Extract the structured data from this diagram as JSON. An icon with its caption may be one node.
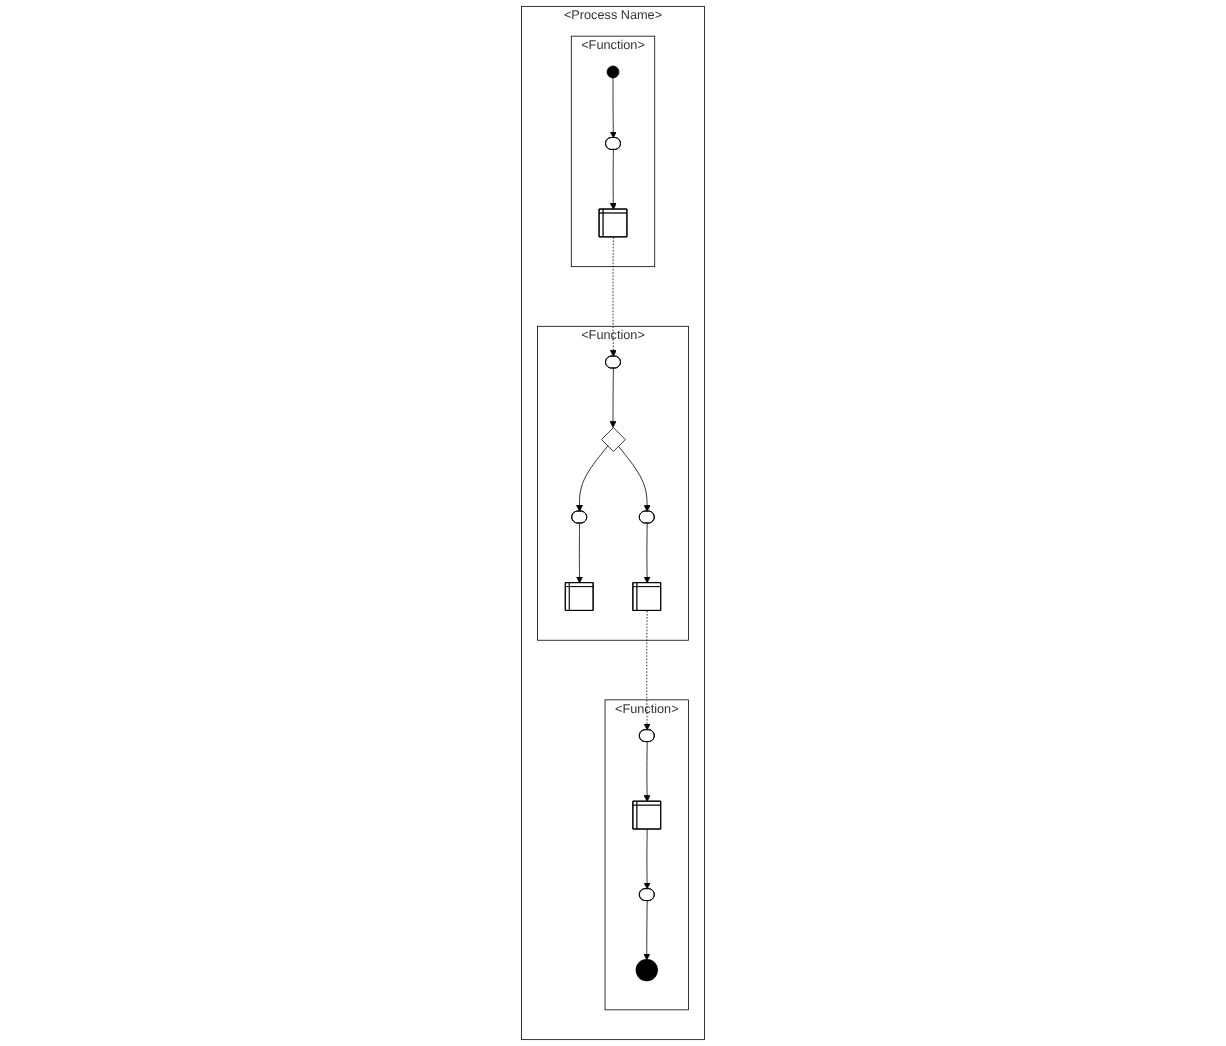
{
  "diagram": {
    "nodes": [
      {
        "text": [
          "<Process Name>"
        ]
      },
      {
        "text": [
          "<Function>"
        ],
        "in": 0
      },
      {
        "text": [
          "<Function>"
        ],
        "in": 0
      },
      {
        "text": [
          "<Function>"
        ],
        "in": 0
      },
      {
        "text": [],
        "shape": "circle",
        "in": 1
      },
      {
        "text": [],
        "shape": "stadium",
        "in": 1
      },
      {
        "text": [],
        "shape": "table",
        "in": 1
      },
      {
        "text": [],
        "shape": "stadium",
        "in": 2
      },
      {
        "text": [],
        "shape": "diamond",
        "in": 2
      },
      {
        "text": [],
        "shape": "stadium",
        "in": 2
      },
      {
        "text": [],
        "shape": "stadium",
        "in": 2
      },
      {
        "text": [],
        "shape": "table",
        "in": 2
      },
      {
        "text": [],
        "shape": "table",
        "in": 2
      },
      {
        "text": [],
        "shape": "stadium",
        "in": 3
      },
      {
        "text": [],
        "shape": "table",
        "in": 3
      },
      {
        "text": [],
        "shape": "stadium",
        "in": 3
      },
      {
        "text": [],
        "shape": "circle",
        "in": 3
      }
    ],
    "edges": [
      {
        "from": 4,
        "to": 5,
        "arrow": "to"
      },
      {
        "from": 5,
        "to": 6,
        "arrow": "to"
      },
      {
        "from": 6,
        "to": 7,
        "arrow": "to",
        "style": "dashed"
      },
      {
        "from": 7,
        "to": 8,
        "arrow": "to"
      },
      {
        "from": 8,
        "to": 9,
        "arrow": "to"
      },
      {
        "from": 8,
        "to": 10,
        "arrow": "to"
      },
      {
        "from": 9,
        "to": 11,
        "arrow": "to"
      },
      {
        "from": 10,
        "to": 12,
        "arrow": "to"
      },
      {
        "from": 12,
        "to": 13,
        "arrow": "to",
        "style": "dashed"
      },
      {
        "from": 13,
        "to": 14,
        "arrow": "to"
      },
      {
        "from": 14,
        "to": 15,
        "arrow": "to"
      },
      {
        "from": 15,
        "to": 16,
        "arrow": "to"
      }
    ]
  }
}
